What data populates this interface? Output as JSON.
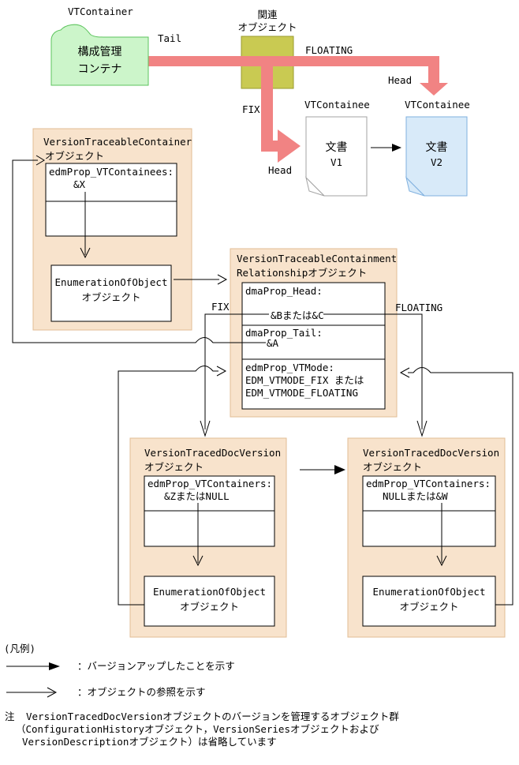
{
  "top": {
    "vt_container_label": "VTContainer",
    "container_line1": "構成管理",
    "container_line2": "コンテナ",
    "tail": "Tail",
    "related_line1": "関連",
    "related_line2": "オブジェクト",
    "floating": "FLOATING",
    "fix": "FIX",
    "head_floating": "Head",
    "head_fix": "Head",
    "vt_containee_left": "VTContainee",
    "vt_containee_right": "VTContainee",
    "doc1_line1": "文書",
    "doc1_line2": "V1",
    "doc2_line1": "文書",
    "doc2_line2": "V2"
  },
  "container_box": {
    "title_line1": "VersionTraceableContainer",
    "title_line2": "オブジェクト",
    "prop": "edmProp_VTContainees:",
    "value": "&X",
    "enum_line1": "EnumerationOfObject",
    "enum_line2": "オブジェクト"
  },
  "relationship_box": {
    "title_line1": "VersionTraceableContainment",
    "title_line2": "Relationshipオブジェクト",
    "head_prop": "dmaProp_Head:",
    "head_value": "&Bまたは&C",
    "tail_prop": "dmaProp_Tail:",
    "tail_value": "&A",
    "mode_prop": "edmProp_VTMode:",
    "mode_value_line1": "EDM_VTMODE_FIX または",
    "mode_value_line2": "EDM_VTMODE_FLOATING",
    "fix": "FIX",
    "floating": "FLOATING"
  },
  "docversion_left_box": {
    "title_line1": "VersionTracedDocVersion",
    "title_line2": "オブジェクト",
    "prop": "edmProp_VTContainers:",
    "value": "&ZまたはNULL",
    "enum_line1": "EnumerationOfObject",
    "enum_line2": "オブジェクト"
  },
  "docversion_right_box": {
    "title_line1": "VersionTracedDocVersion",
    "title_line2": "オブジェクト",
    "prop": "edmProp_VTContainers:",
    "value": "NULLまたは&W",
    "enum_line1": "EnumerationOfObject",
    "enum_line2": "オブジェクト"
  },
  "legend": {
    "title": "(凡例)",
    "version_up": "：バージョンアップしたことを示す",
    "reference": "：オブジェクトの参照を示す"
  },
  "note": {
    "marker": "注",
    "line1": "VersionTracedDocVersionオブジェクトのバージョンを管理するオブジェクト群",
    "line2": "（ConfigurationHistoryオブジェクト，VersionSeriesオブジェクトおよび",
    "line3": "VersionDescriptionオブジェクト）は省略しています"
  },
  "colors": {
    "container_fill": "#ccf5ca",
    "container_border": "#5dc45d",
    "related_fill": "#c9ca52",
    "related_border": "#9a9b2f",
    "arrow_pink": "#f18383",
    "box_fill": "#f8e3cc",
    "box_border": "#e2bd95",
    "doc2_fill": "#d8eaf9",
    "doc2_border": "#7fb0df",
    "doc1_border": "#a3a3a3"
  }
}
